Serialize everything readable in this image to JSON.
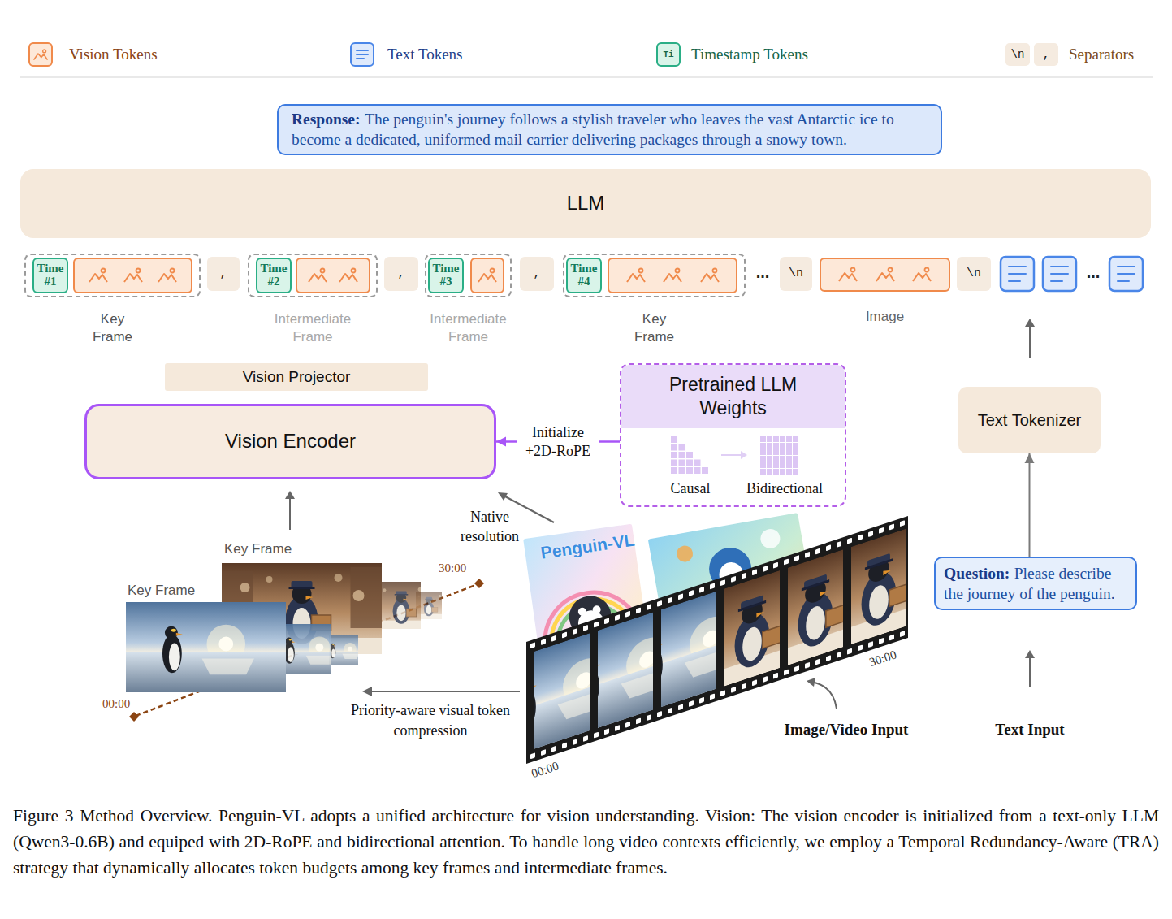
{
  "diagram": {
    "caption": "Figure 3 Method Overview. Penguin-VL adopts a unified architecture for vision understanding. Vision: The vision encoder is initialized from a text-only LLM (Qwen3-0.6B) and equiped with 2D-RoPE and bidirectional attention. To handle long video contexts efficiently, we employ a Temporal Redundancy-Aware (TRA) strategy that dynamically allocates token budgets among key frames and intermediate frames.",
    "nodes": [
      {
        "text": [
          "Response:",
          "The penguin's journey follows a stylish traveler who leaves the vast Antarctic ice to become a dedicated, uniformed mail carrier delivering packages through a snowy town."
        ]
      },
      {
        "text": [
          "LLM"
        ]
      },
      {
        "text": [
          "Key Frame"
        ]
      },
      {
        "text": [
          "Time #1"
        ],
        "in": 2
      },
      {
        "text": [
          ","
        ]
      },
      {
        "text": [
          "Intermediate Frame"
        ]
      },
      {
        "text": [
          "Time #2"
        ],
        "in": 5
      },
      {
        "text": [
          ","
        ]
      },
      {
        "text": [
          "Intermediate Frame"
        ]
      },
      {
        "text": [
          "Time #3"
        ],
        "in": 8
      },
      {
        "text": [
          ","
        ]
      },
      {
        "text": [
          "Key Frame"
        ]
      },
      {
        "text": [
          "Time #4"
        ],
        "in": 11
      },
      {
        "text": [
          "\\n"
        ]
      },
      {
        "text": [
          "Image"
        ]
      },
      {
        "text": [
          "\\n"
        ]
      },
      {
        "text": [
          "Vision Projector"
        ]
      },
      {
        "text": [
          "Vision Encoder"
        ]
      },
      {
        "text": [
          "Pretrained LLM Weights",
          "Causal",
          "Bidirectional"
        ]
      },
      {
        "text": [
          "Text Tokenizer"
        ]
      },
      {
        "text": [
          "Question:",
          "Please describe the journey of the penguin."
        ]
      }
    ],
    "edges": [
      {
        "from": 18,
        "to": 17,
        "arrow": "to",
        "label": "Initialize +2D-RoPE"
      },
      {
        "from": 20,
        "to": 19,
        "arrow": "to"
      }
    ],
    "labels": [
      "Ti",
      "\\n",
      ",",
      "...",
      "...",
      "Native resolution",
      "Key Frame",
      "Key Frame",
      "00:00",
      "30:00",
      "Priority-aware visual token compression",
      "Penguin-VL",
      "00:00",
      "30:00",
      "Image/Video Input",
      "Text Input"
    ],
    "legend": [
      {
        "text": "Vision Tokens",
        "color": "#fde8d8"
      },
      {
        "text": "Text Tokens",
        "color": "#dfeafc"
      },
      {
        "text": "Timestamp Tokens",
        "color": "#d9f4e9"
      },
      {
        "text": "Separators"
      }
    ]
  }
}
